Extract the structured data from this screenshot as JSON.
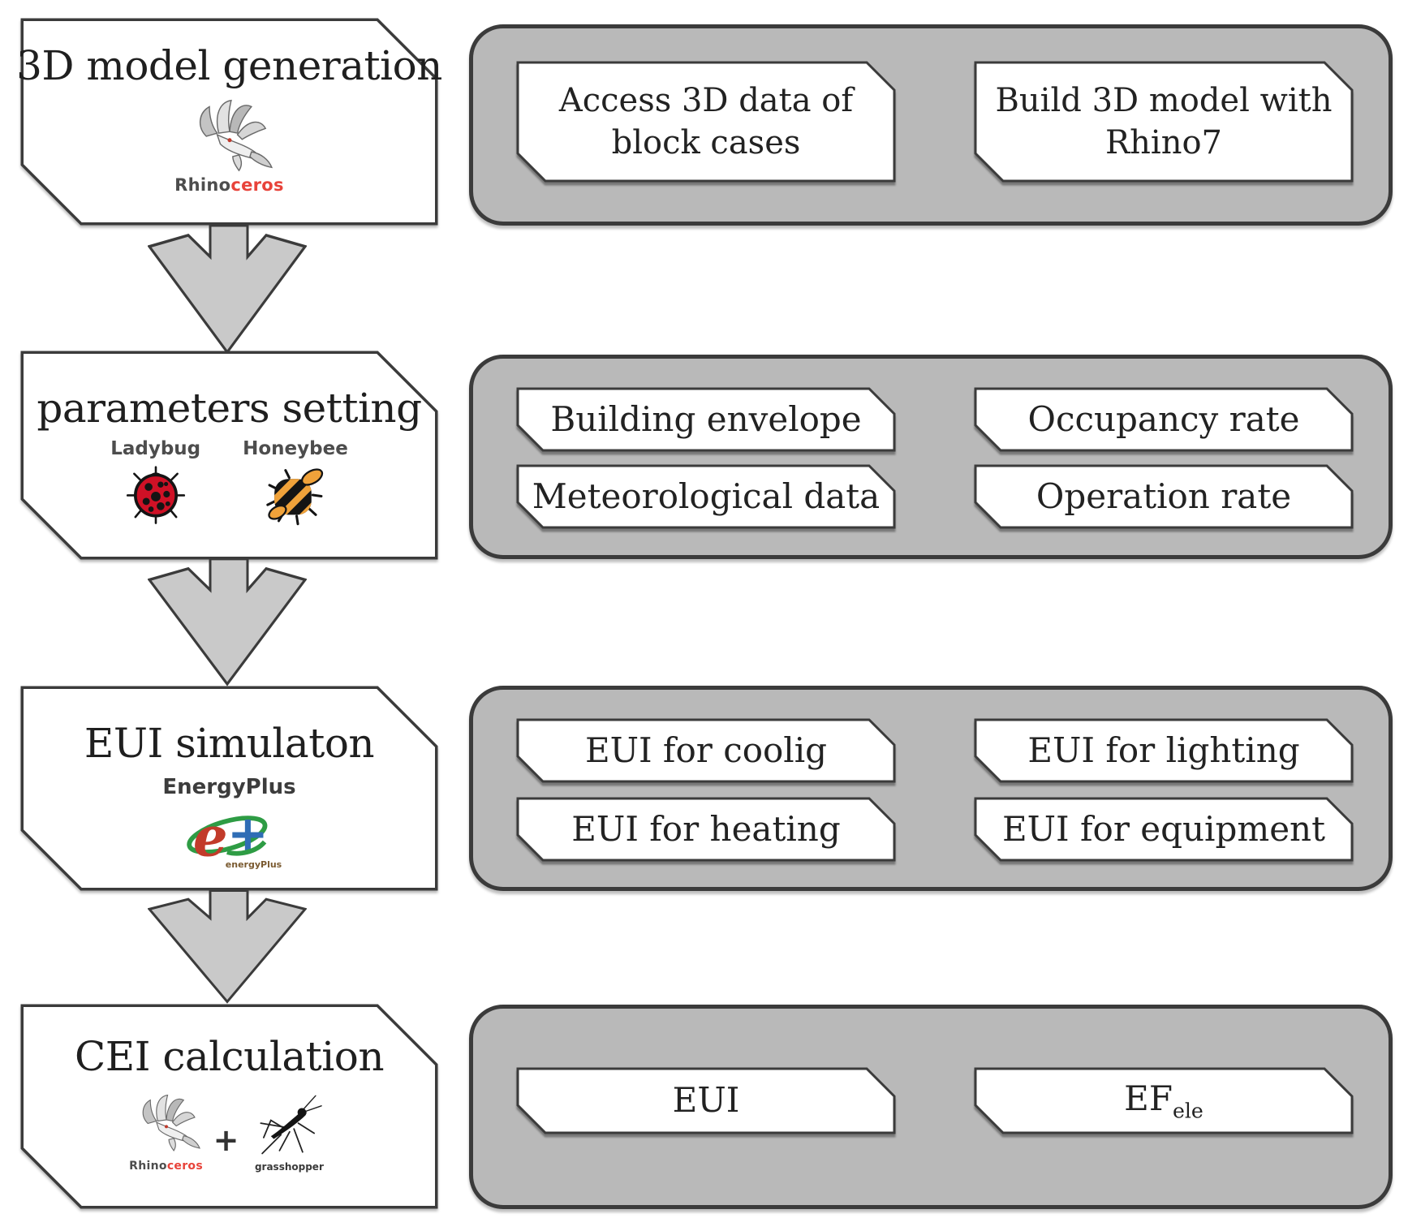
{
  "colors": {
    "outline": "#3b3b3b",
    "container_fill": "#b9b9b9",
    "arrow_fill": "#c9c9c9",
    "box_fill": "#ffffff",
    "text_dark": "#1f1f1f",
    "label_gray": "#4d4d4d",
    "rhino_red": "#e8433a",
    "ladybug_red": "#cf1126",
    "bee_orange": "#f0a23a",
    "insect_black": "#141414",
    "eplus_red": "#c23b2a",
    "eplus_blue": "#2f6db5",
    "eplus_green": "#2e9c44"
  },
  "stage1": {
    "title": "3D model generation",
    "brand_dark": "Rhino",
    "brand_red": "ceros",
    "output1": "Access 3D data of block cases",
    "output2": "Build 3D model with Rhino7"
  },
  "stage2": {
    "title": "parameters setting",
    "tool1": "Ladybug",
    "tool2": "Honeybee",
    "outputs": [
      "Building envelope",
      "Occupancy rate",
      "Meteorological data",
      "Operation rate"
    ]
  },
  "stage3": {
    "title": "EUI simulaton",
    "tool": "EnergyPlus",
    "logo_e": "e",
    "logo_plus": "+",
    "logo_caption": "energyPlus",
    "outputs": [
      "EUI for coolig",
      "EUI for lighting",
      "EUI for heating",
      "EUI for equipment"
    ]
  },
  "stage4": {
    "title": "CEI calculation",
    "brand_dark": "Rhino",
    "brand_red": "ceros",
    "plus": "+",
    "tool2": "grasshopper",
    "output1": "EUI",
    "output2_base": "EF",
    "output2_sub": "ele"
  }
}
